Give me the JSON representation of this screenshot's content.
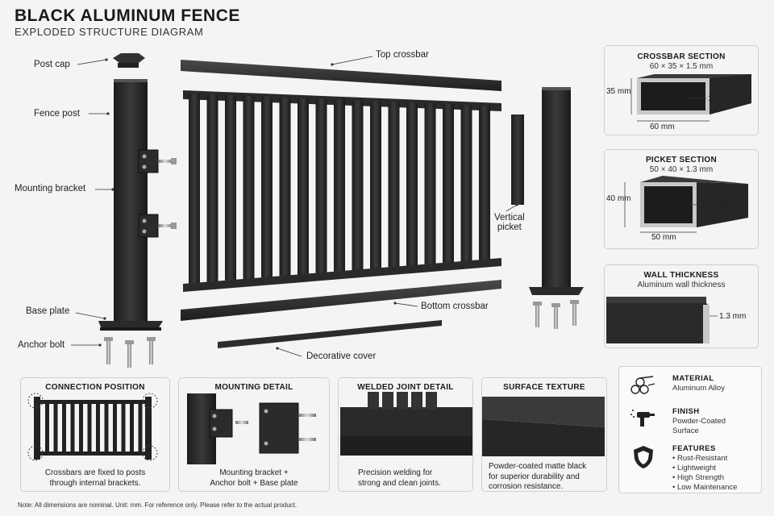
{
  "header": {
    "title": "BLACK ALUMINUM FENCE",
    "subtitle": "EXPLODED STRUCTURE DIAGRAM"
  },
  "labels": {
    "post_cap": "Post cap",
    "fence_post": "Fence post",
    "mounting_bracket": "Mounting bracket",
    "base_plate": "Base plate",
    "anchor_bolt": "Anchor bolt",
    "top_crossbar": "Top crossbar",
    "vertical_picket": "Vertical\npicket",
    "bottom_crossbar": "Bottom crossbar",
    "decorative_cover": "Decorative cover"
  },
  "crossbar_section": {
    "title": "CROSSBAR SECTION",
    "spec": "60 × 35 × 1.5 mm",
    "height": "35 mm",
    "wall": "1.5 mm",
    "width": "60 mm"
  },
  "picket_section": {
    "title": "PICKET SECTION",
    "spec": "50 × 40 × 1.3 mm",
    "height": "40 mm",
    "wall": "1.3 mm",
    "width": "50 mm"
  },
  "wall_thickness": {
    "title": "WALL THICKNESS",
    "subtitle": "Aluminum wall thickness",
    "value": "1.3 mm"
  },
  "details": [
    {
      "title": "CONNECTION POSITION",
      "caption": "Crossbars are fixed to posts\nthrough internal brackets."
    },
    {
      "title": "MOUNTING DETAIL",
      "caption": "Mounting bracket +\nAnchor bolt + Base plate"
    },
    {
      "title": "WELDED JOINT DETAIL",
      "caption": "Precision welding for\nstrong and clean joints."
    },
    {
      "title": "SURFACE TEXTURE",
      "caption": "Powder-coated matte black\nfor superior durability and\ncorrosion resistance."
    }
  ],
  "specs": {
    "material_label": "MATERIAL",
    "material_value": "Aluminum Alloy",
    "finish_label": "FINISH",
    "finish_value": "Powder-Coated\nSurface",
    "features_label": "FEATURES",
    "features": [
      "Rust-Resistant",
      "Lightweight",
      "High Strength",
      "Low Maintenance"
    ],
    "icons": [
      "material-bars-icon",
      "spray-gun-icon",
      "shield-icon"
    ]
  },
  "footnote": "Note: All dimensions are nominal. Unit: mm. For reference only. Please refer to the actual product.",
  "colors": {
    "metal": "#2a2a2a",
    "metal_light": "#454545",
    "background": "#f4f4f4"
  }
}
